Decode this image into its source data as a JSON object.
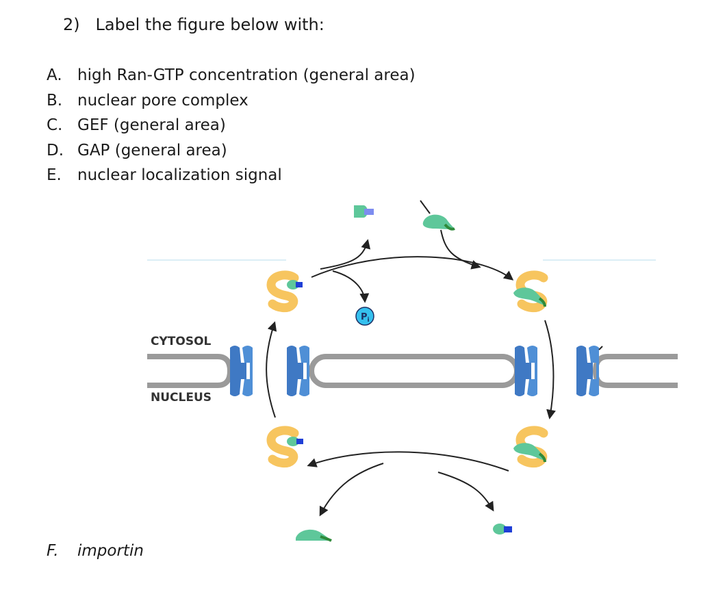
{
  "question": {
    "number": "2)",
    "prompt": "Label the figure below with:"
  },
  "options": [
    {
      "letter": "A.",
      "text": "high Ran-GTP concentration (general area)"
    },
    {
      "letter": "B.",
      "text": "nuclear pore complex"
    },
    {
      "letter": "C.",
      "text": "GEF (general area)"
    },
    {
      "letter": "D.",
      "text": "GAP (general area)"
    },
    {
      "letter": "E.",
      "text": "nuclear localization signal"
    }
  ],
  "last_option": {
    "letter": "F.",
    "text": "importin"
  },
  "diagram": {
    "cytosol_label": "CYTOSOL",
    "nucleus_label": "NUCLEUS",
    "phosphate_label": "P",
    "phosphate_subscript": "i",
    "colors": {
      "membrane": "#9a9a9a",
      "pore_dark": "#3f79c4",
      "pore_light": "#4f8fd6",
      "importin": "#f7c55f",
      "ran": "#5ec79a",
      "nls_blue": "#1f3fd6",
      "cargo_green": "#2f8a3a",
      "phosphate": "#35c0ee"
    }
  }
}
